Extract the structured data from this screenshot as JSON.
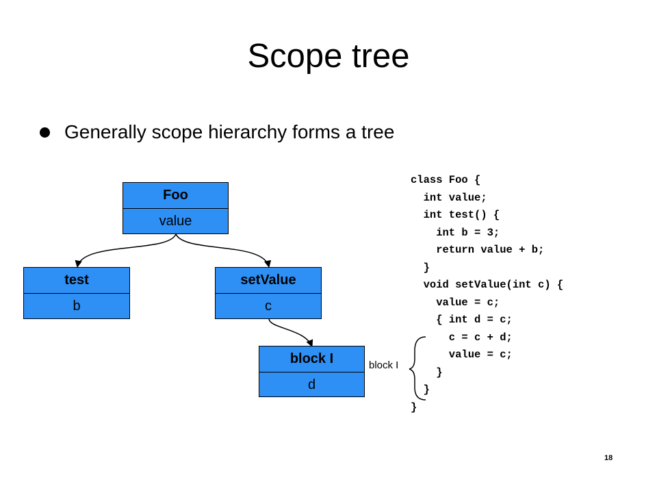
{
  "title": "Scope tree",
  "bullet": "Generally scope hierarchy forms a tree",
  "nodes": {
    "foo": {
      "name": "Foo",
      "vars": "value"
    },
    "test": {
      "name": "test",
      "vars": "b"
    },
    "setvalue": {
      "name": "setValue",
      "vars": "c"
    },
    "block": {
      "name": "block I",
      "vars": "d"
    }
  },
  "code": [
    "class Foo {",
    "  int value;",
    "  int test() {",
    "    int b = 3;",
    "    return value + b;",
    "  }",
    "  void setValue(int c) {",
    "    value = c;",
    "    { int d = c;",
    "      c = c + d;",
    "      value = c;",
    "    }",
    "  }",
    "}"
  ],
  "block_label": "block I",
  "page_number": "18",
  "colors": {
    "node_fill": "#2e8ff5",
    "outline": "#000000"
  }
}
